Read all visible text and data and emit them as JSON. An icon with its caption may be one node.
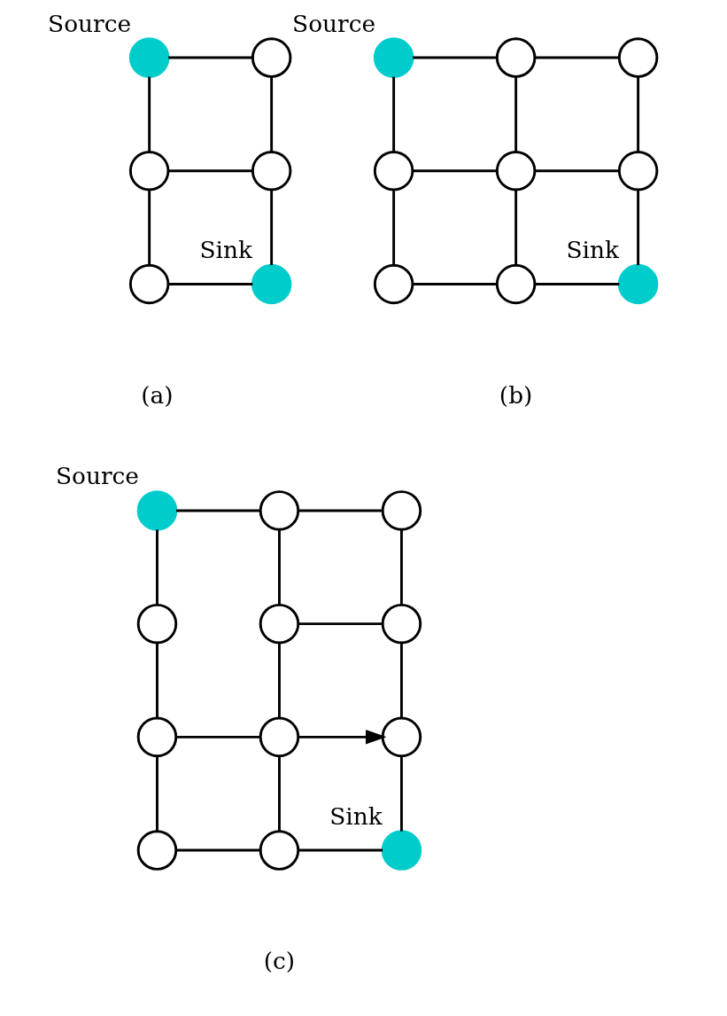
{
  "diagram": {
    "nodes": [
      {
        "text": [],
        "shape": "circle",
        "beside": [
          "Source"
        ]
      },
      {
        "text": [],
        "shape": "circle"
      },
      {
        "text": [],
        "shape": "circle"
      },
      {
        "text": [],
        "shape": "circle"
      },
      {
        "text": [],
        "shape": "circle"
      },
      {
        "text": [],
        "shape": "circle",
        "beside": [
          "Sink"
        ]
      },
      {
        "text": [],
        "shape": "circle",
        "beside": [
          "Source"
        ]
      },
      {
        "text": [],
        "shape": "circle"
      },
      {
        "text": [],
        "shape": "circle"
      },
      {
        "text": [],
        "shape": "circle"
      },
      {
        "text": [],
        "shape": "circle"
      },
      {
        "text": [],
        "shape": "circle"
      },
      {
        "text": [],
        "shape": "circle"
      },
      {
        "text": [],
        "shape": "circle"
      },
      {
        "text": [],
        "shape": "circle",
        "beside": [
          "Sink"
        ]
      },
      {
        "text": [],
        "shape": "circle",
        "beside": [
          "Source"
        ]
      },
      {
        "text": [],
        "shape": "circle"
      },
      {
        "text": [],
        "shape": "circle"
      },
      {
        "text": [],
        "shape": "circle"
      },
      {
        "text": [],
        "shape": "circle"
      },
      {
        "text": [],
        "shape": "circle"
      },
      {
        "text": [],
        "shape": "circle"
      },
      {
        "text": [],
        "shape": "circle"
      },
      {
        "text": [],
        "shape": "circle"
      },
      {
        "text": [],
        "shape": "circle"
      },
      {
        "text": [],
        "shape": "circle"
      },
      {
        "text": [],
        "shape": "circle",
        "beside": [
          "Sink"
        ]
      }
    ],
    "edges": [
      {
        "from": 0,
        "to": 1,
        "arrow": "none"
      },
      {
        "from": 0,
        "to": 2,
        "arrow": "none"
      },
      {
        "from": 1,
        "to": 3,
        "arrow": "none"
      },
      {
        "from": 2,
        "to": 3,
        "arrow": "none"
      },
      {
        "from": 2,
        "to": 4,
        "arrow": "none"
      },
      {
        "from": 3,
        "to": 5,
        "arrow": "none"
      },
      {
        "from": 4,
        "to": 5,
        "arrow": "none"
      },
      {
        "from": 6,
        "to": 7,
        "arrow": "none"
      },
      {
        "from": 7,
        "to": 8,
        "arrow": "none"
      },
      {
        "from": 6,
        "to": 9,
        "arrow": "none"
      },
      {
        "from": 7,
        "to": 10,
        "arrow": "none"
      },
      {
        "from": 8,
        "to": 11,
        "arrow": "none"
      },
      {
        "from": 9,
        "to": 10,
        "arrow": "none"
      },
      {
        "from": 10,
        "to": 11,
        "arrow": "none"
      },
      {
        "from": 9,
        "to": 12,
        "arrow": "none"
      },
      {
        "from": 10,
        "to": 13,
        "arrow": "none"
      },
      {
        "from": 11,
        "to": 14,
        "arrow": "none"
      },
      {
        "from": 12,
        "to": 13,
        "arrow": "none"
      },
      {
        "from": 13,
        "to": 14,
        "arrow": "none"
      },
      {
        "from": 15,
        "to": 16,
        "arrow": "none"
      },
      {
        "from": 16,
        "to": 17,
        "arrow": "none"
      },
      {
        "from": 15,
        "to": 18,
        "arrow": "none"
      },
      {
        "from": 16,
        "to": 19,
        "arrow": "none"
      },
      {
        "from": 17,
        "to": 20,
        "arrow": "none"
      },
      {
        "from": 19,
        "to": 20,
        "arrow": "none"
      },
      {
        "from": 18,
        "to": 21,
        "arrow": "none"
      },
      {
        "from": 19,
        "to": 22,
        "arrow": "none"
      },
      {
        "from": 20,
        "to": 23,
        "arrow": "none"
      },
      {
        "from": 21,
        "to": 22,
        "arrow": "none"
      },
      {
        "from": 22,
        "to": 23,
        "arrow": "to"
      },
      {
        "from": 21,
        "to": 24,
        "arrow": "none"
      },
      {
        "from": 22,
        "to": 25,
        "arrow": "none"
      },
      {
        "from": 23,
        "to": 26,
        "arrow": "none"
      },
      {
        "from": 24,
        "to": 25,
        "arrow": "none"
      },
      {
        "from": 25,
        "to": 26,
        "arrow": "none"
      }
    ],
    "labels": [
      "(a)",
      "(b)",
      "(c)"
    ]
  }
}
